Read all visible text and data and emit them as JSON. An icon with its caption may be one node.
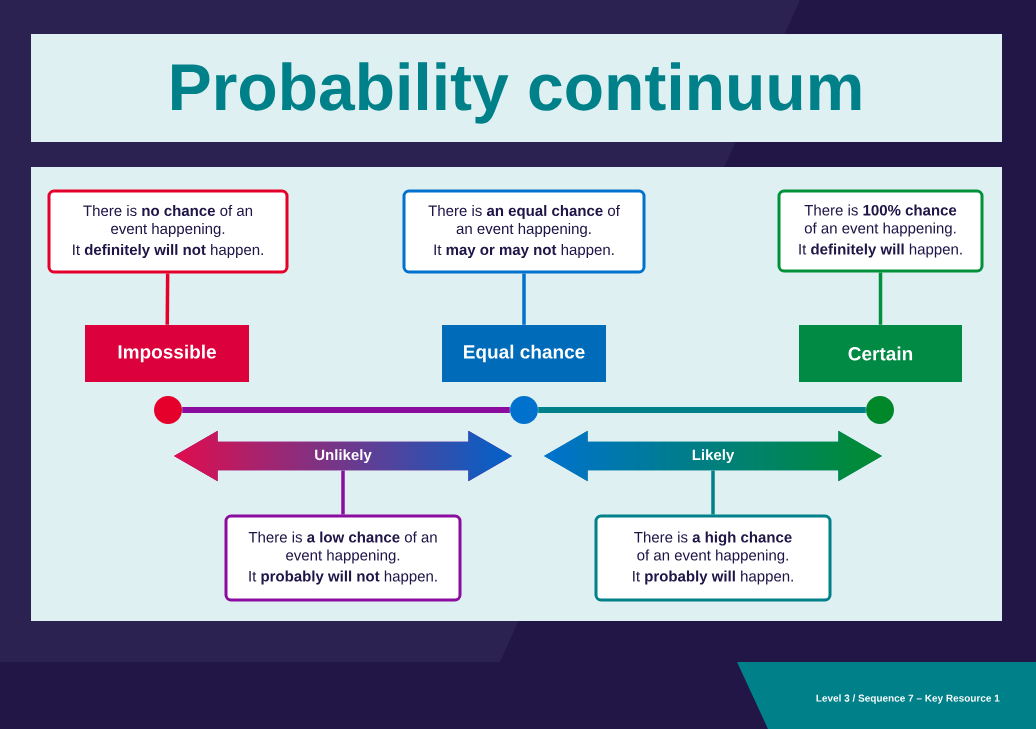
{
  "diagram": {
    "title": "Probability continuum",
    "nodes": [
      {
        "text": [
          "There is **no chance** of an event happening.",
          "It **definitely will not** happen."
        ]
      },
      {
        "text": [
          "There is **an equal chance** of an event happening.",
          "It **may or may not** happen."
        ]
      },
      {
        "text": [
          "There is **100% chance** of an event happening.",
          "It **definitely will** happen."
        ]
      },
      {
        "text": [
          "Impossible"
        ]
      },
      {
        "text": [
          "Equal chance"
        ]
      },
      {
        "text": [
          "Certain"
        ]
      },
      {
        "text": [],
        "shape": "circle"
      },
      {
        "text": [],
        "shape": "circle"
      },
      {
        "text": [],
        "shape": "circle"
      },
      {
        "text": [
          "Unlikely"
        ]
      },
      {
        "text": [
          "Likely"
        ]
      },
      {
        "text": [
          "There is **a low chance** of an event happening.",
          "It **probably will not** happen."
        ]
      },
      {
        "text": [
          "There is **a high chance** of an event happening.",
          "It **probably will** happen."
        ]
      }
    ],
    "edges": [
      {
        "from": 0,
        "to": 3,
        "arrow": "none",
        "color": "#e4002b"
      },
      {
        "from": 1,
        "to": 4,
        "arrow": "none",
        "color": "#0072ce"
      },
      {
        "from": 2,
        "to": 5,
        "arrow": "none",
        "color": "#00913a"
      },
      {
        "from": 6,
        "to": 7,
        "arrow": "none",
        "color": "#8b0da0"
      },
      {
        "from": 7,
        "to": 8,
        "arrow": "none",
        "color": "#00818a"
      },
      {
        "from": 9,
        "to": 11,
        "arrow": "none",
        "color": "#8b0da0"
      },
      {
        "from": 10,
        "to": 12,
        "arrow": "none",
        "color": "#00818a"
      }
    ],
    "labels": [
      "Level 3 / Sequence 7 – Key Resource 1"
    ]
  }
}
